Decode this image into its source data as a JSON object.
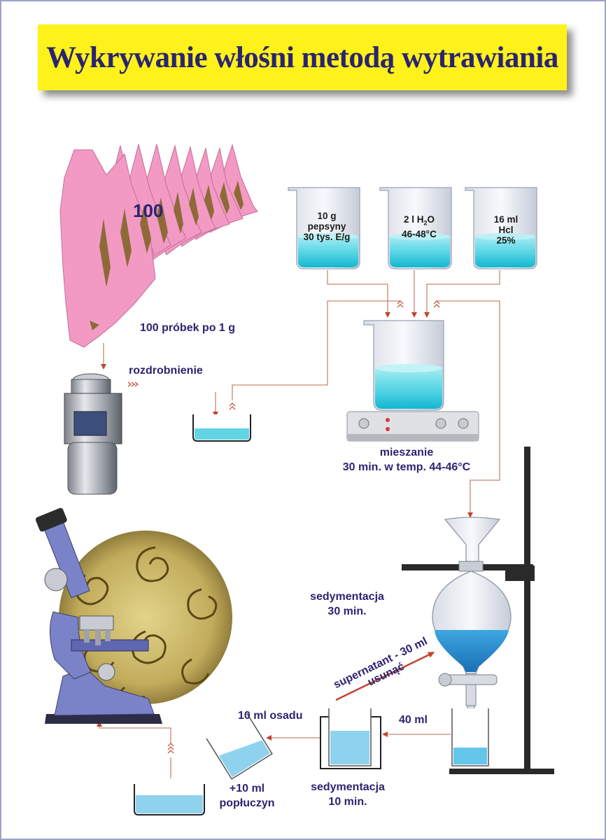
{
  "title": "Wykrywanie włośni metodą wytrawiania",
  "carcass_count": "100",
  "samples": "100 próbek po 1 g",
  "mincing": "rozdrobnienie",
  "beaker_pepsin": {
    "line1": "10 g",
    "line2": "pepsyny",
    "line3": "30 tys. E/g"
  },
  "beaker_water": {
    "line1": "2 l H",
    "sub": "2",
    "line1b": "O",
    "line2": "46-48°C"
  },
  "beaker_hcl": {
    "line1": "16 ml",
    "line2": "Hcl",
    "line3": "25%"
  },
  "mixing": {
    "line1": "mieszanie",
    "line2": "30 min. w temp. 44-46°C"
  },
  "sedimentation_30": {
    "line1": "sedymentacja",
    "line2": "30 min."
  },
  "supernatant": {
    "line1": "supernatant - 30 ml",
    "line2": "usunąć"
  },
  "volume_40": "40 ml",
  "sediment_10ml": "10 ml osadu",
  "sedimentation_10": {
    "line1": "sedymentacja",
    "line2": "10 min."
  },
  "rinse": {
    "line1": "+10 ml",
    "line2": "popłuczyn"
  },
  "colors": {
    "arrow": "#c58772",
    "text": "#2b2470",
    "pig": "#f29ac4",
    "liquid": "#63d4e4",
    "banner": "#fff21a"
  }
}
